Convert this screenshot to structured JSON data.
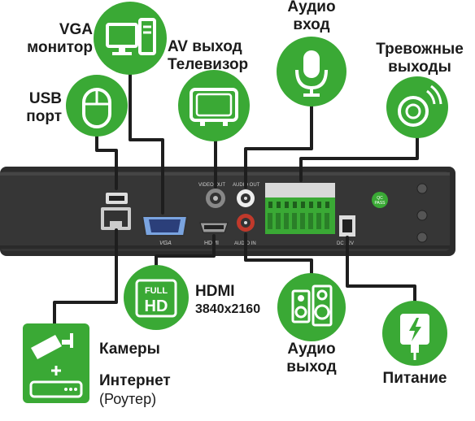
{
  "labels": {
    "vga": [
      "VGA",
      "монитор"
    ],
    "av": [
      "AV выход",
      "Телевизор"
    ],
    "audio_in": [
      "Аудио",
      "вход"
    ],
    "alarm": [
      "Тревожные",
      "выходы"
    ],
    "usb": [
      "USB",
      "порт"
    ],
    "hdmi": [
      "HDMI",
      "3840x2160"
    ],
    "audio_out": [
      "Аудио",
      "выход"
    ],
    "power": "Питание",
    "cameras": "Камеры",
    "internet": [
      "Интернет",
      "(Роутер)"
    ]
  },
  "panel_text": {
    "video_out": "VIDEO OUT",
    "audio_out": "AUDIO OUT",
    "audio_in": "AUDIO IN",
    "vga": "VGA",
    "hdmi": "HDMI",
    "dc": "DC 12V",
    "qc": [
      "QC",
      "PASS"
    ],
    "fullhd": [
      "FULL",
      "HD"
    ]
  },
  "colors": {
    "green": "#3aa935",
    "dark_green": "#2b8a2b",
    "panel": "#2a2a2a",
    "line": "#1e1e1e"
  },
  "icons": [
    "vga-monitor-icon",
    "tv-icon",
    "microphone-icon",
    "alarm-bell-icon",
    "mouse-icon",
    "fullhd-icon",
    "speaker-icon",
    "power-plug-icon",
    "camera-router-icon"
  ]
}
